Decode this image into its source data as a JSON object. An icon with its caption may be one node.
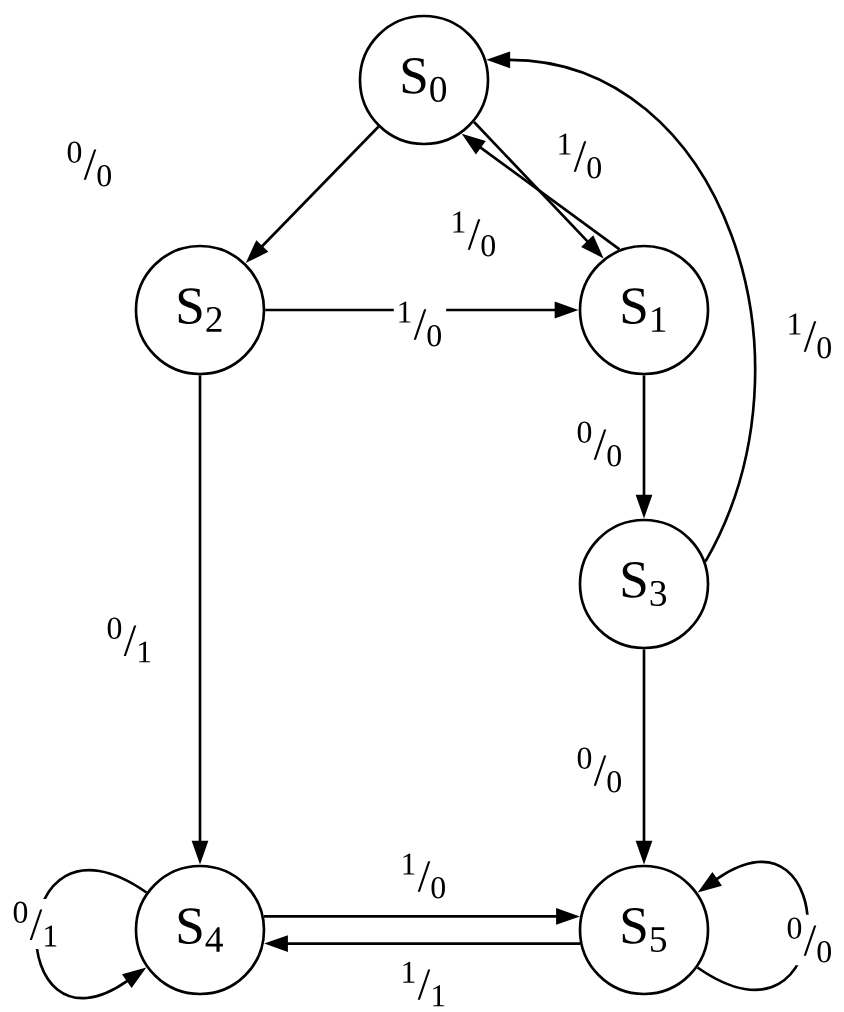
{
  "diagram": {
    "nodes": [
      {
        "text": [
          "S$_{0}$"
        ]
      },
      {
        "text": [
          "S$_{1}$"
        ]
      },
      {
        "text": [
          "S$_{2}$"
        ]
      },
      {
        "text": [
          "S$_{3}$"
        ]
      },
      {
        "text": [
          "S$_{4}$"
        ]
      },
      {
        "text": [
          "S$_{5}$"
        ]
      }
    ],
    "edges": [
      {
        "from": 0,
        "to": 2,
        "arrow": "to",
        "label": "$^{0}$/$_{0}$"
      },
      {
        "from": 0,
        "to": 1,
        "arrow": "to",
        "label": "$^{1}$/$_{0}$"
      },
      {
        "from": 1,
        "to": 0,
        "arrow": "to",
        "label": "$^{1}$/$_{0}$"
      },
      {
        "from": 2,
        "to": 1,
        "arrow": "to",
        "label": "$^{1}$/$_{0}$"
      },
      {
        "from": 1,
        "to": 3,
        "arrow": "to",
        "label": "$^{0}$/$_{0}$"
      },
      {
        "from": 3,
        "to": 0,
        "arrow": "to",
        "label": "$^{1}$/$_{0}$"
      },
      {
        "from": 2,
        "to": 4,
        "arrow": "to",
        "label": "$^{0}$/$_{1}$"
      },
      {
        "from": 3,
        "to": 5,
        "arrow": "to",
        "label": "$^{0}$/$_{0}$"
      },
      {
        "from": 4,
        "to": 5,
        "arrow": "to",
        "label": "$^{1}$/$_{0}$"
      },
      {
        "from": 5,
        "to": 4,
        "arrow": "to",
        "label": "$^{1}$/$_{1}$"
      },
      {
        "from": 4,
        "to": 4,
        "arrow": "to",
        "label": "$^{0}$/$_{1}$"
      },
      {
        "from": 5,
        "to": 5,
        "arrow": "to",
        "label": "$^{0}$/$_{0}$"
      }
    ]
  }
}
